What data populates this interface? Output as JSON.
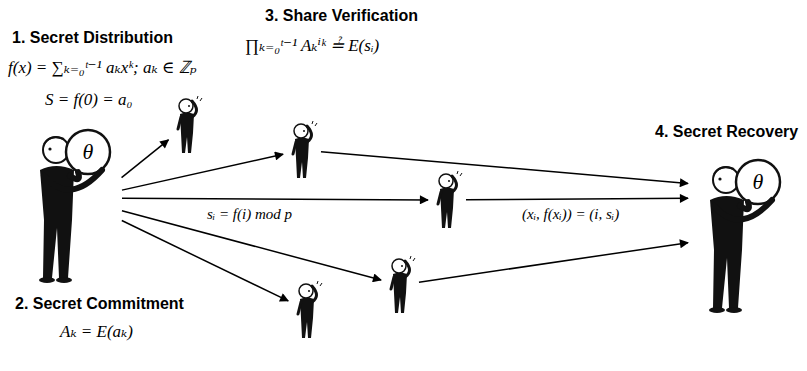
{
  "diagram": {
    "nodes": [
      {
        "text": [
          "θ"
        ]
      },
      {
        "text": []
      },
      {
        "text": []
      },
      {
        "text": []
      },
      {
        "text": []
      },
      {
        "text": []
      },
      {
        "text": [
          "θ"
        ]
      }
    ],
    "edges": [
      {
        "from": 0,
        "to": 1,
        "arrow": "to"
      },
      {
        "from": 0,
        "to": 2,
        "arrow": "to"
      },
      {
        "from": 0,
        "to": 3,
        "label": "sᵢ = f(i) mod p",
        "arrow": "to"
      },
      {
        "from": 0,
        "to": 4,
        "arrow": "to"
      },
      {
        "from": 0,
        "to": 5,
        "arrow": "to"
      },
      {
        "from": 2,
        "to": 6,
        "arrow": "to"
      },
      {
        "from": 3,
        "to": 6,
        "label": "(xᵢ, f(xᵢ)) = (i, sᵢ)",
        "arrow": "to"
      },
      {
        "from": 4,
        "to": 6,
        "arrow": "to"
      }
    ],
    "labels": [
      "1. Secret Distribution",
      "f(x) = ∑ₖ₌₀ᵗ⁻¹ aₖxᵏ; aₖ ∈ ℤₚ",
      "S = f(0) = a₀",
      "2. Secret Commitment",
      "Aₖ = E(aₖ)",
      "3. Share Verification",
      "∏ₖ₌₀ᵗ⁻¹ Aₖⁱᵏ ≟ E(sᵢ)",
      "4. Secret Recovery"
    ]
  }
}
